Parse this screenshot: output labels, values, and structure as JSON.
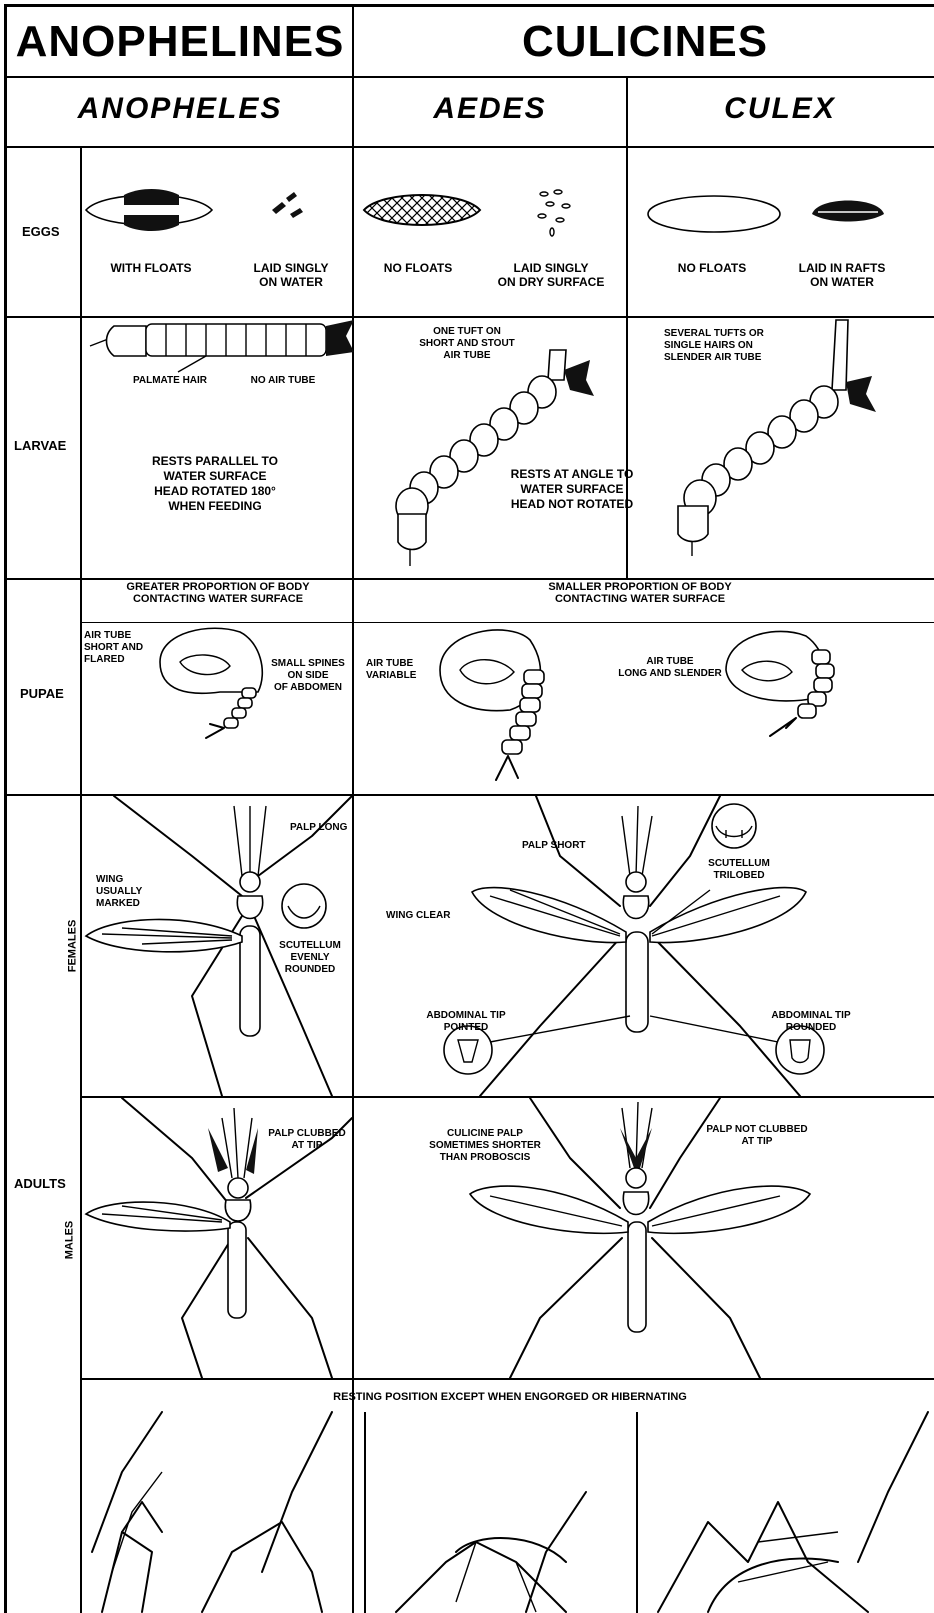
{
  "headers": {
    "group_left": "ANOPHELINES",
    "group_right": "CULICINES"
  },
  "genera": {
    "anopheles": "ANOPHELES",
    "aedes": "AEDES",
    "culex": "CULEX"
  },
  "rows": {
    "eggs": "EGGS",
    "larvae": "LARVAE",
    "pupae": "PUPAE",
    "adults": "ADULTS",
    "females": "FEMALES",
    "males": "MALES"
  },
  "eggs": {
    "anopheles_floats": "WITH FLOATS",
    "anopheles_laid": [
      "LAID SINGLY",
      "ON WATER"
    ],
    "aedes_floats": "NO FLOATS",
    "aedes_laid": [
      "LAID SINGLY",
      "ON DRY SURFACE"
    ],
    "culex_floats": "NO FLOATS",
    "culex_laid": [
      "LAID IN RAFTS",
      "ON WATER"
    ]
  },
  "larvae": {
    "anopheles_palmate": "PALMATE HAIR",
    "anopheles_no_tube": "NO AIR TUBE",
    "anopheles_rest": [
      "RESTS PARALLEL TO",
      "WATER SURFACE",
      "HEAD ROTATED 180°",
      "WHEN FEEDING"
    ],
    "aedes_tuft": [
      "ONE TUFT ON",
      "SHORT AND STOUT",
      "AIR TUBE"
    ],
    "culicine_rest": [
      "RESTS AT ANGLE TO",
      "WATER SURFACE",
      "HEAD NOT ROTATED"
    ],
    "culex_tufts": [
      "SEVERAL TUFTS OR",
      "SINGLE HAIRS ON",
      "SLENDER AIR TUBE"
    ]
  },
  "pupae": {
    "anopheles_prop": [
      "GREATER PROPORTION OF BODY",
      "CONTACTING WATER SURFACE"
    ],
    "culicine_prop": [
      "SMALLER PROPORTION OF BODY",
      "CONTACTING WATER SURFACE"
    ],
    "anopheles_tube": [
      "AIR TUBE",
      "SHORT AND",
      "FLARED"
    ],
    "anopheles_spines": [
      "SMALL SPINES",
      "ON SIDE",
      "OF ABDOMEN"
    ],
    "aedes_tube": [
      "AIR TUBE",
      "VARIABLE"
    ],
    "culex_tube": [
      "AIR TUBE",
      "LONG AND SLENDER"
    ]
  },
  "females": {
    "palp_long": "PALP LONG",
    "wing_marked": [
      "WING",
      "USUALLY",
      "MARKED"
    ],
    "scutellum_rounded": [
      "SCUTELLUM",
      "EVENLY",
      "ROUNDED"
    ],
    "palp_short": "PALP SHORT",
    "scutellum_trilobed": [
      "SCUTELLUM",
      "TRILOBED"
    ],
    "wing_clear": "WING CLEAR",
    "tip_pointed": [
      "ABDOMINAL TIP",
      "POINTED"
    ],
    "tip_rounded": [
      "ABDOMINAL TIP",
      "ROUNDED"
    ]
  },
  "males": {
    "palp_clubbed": [
      "PALP CLUBBED",
      "AT TIP"
    ],
    "culicine_palp": [
      "CULICINE PALP",
      "SOMETIMES SHORTER",
      "THAN PROBOSCIS"
    ],
    "palp_not_clubbed": [
      "PALP NOT CLUBBED",
      "AT TIP"
    ]
  },
  "resting": {
    "caption": "RESTING POSITION EXCEPT WHEN ENGORGED OR HIBERNATING"
  }
}
